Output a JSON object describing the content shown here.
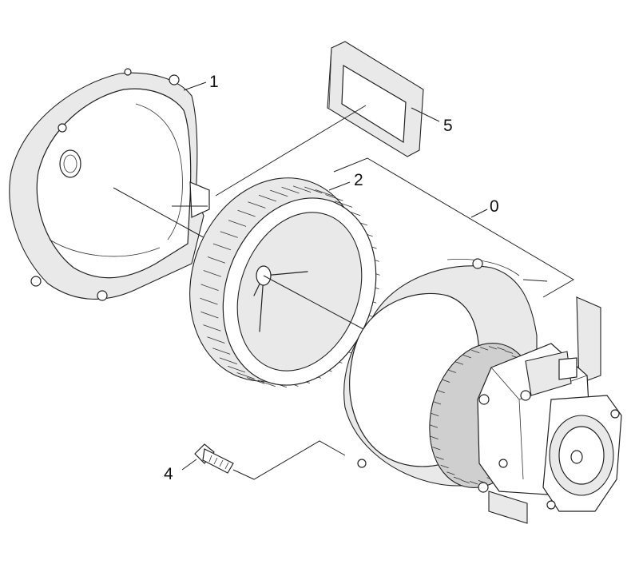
{
  "diagram": {
    "callouts": [
      {
        "id": "housing-cover",
        "label": "1"
      },
      {
        "id": "impeller",
        "label": "2"
      },
      {
        "id": "motor-assembly",
        "label": "0"
      },
      {
        "id": "bolt",
        "label": "4"
      },
      {
        "id": "gasket",
        "label": "5"
      }
    ]
  },
  "colors": {
    "line": "#222222",
    "shade": "#e9e9e9",
    "background": "#ffffff"
  }
}
